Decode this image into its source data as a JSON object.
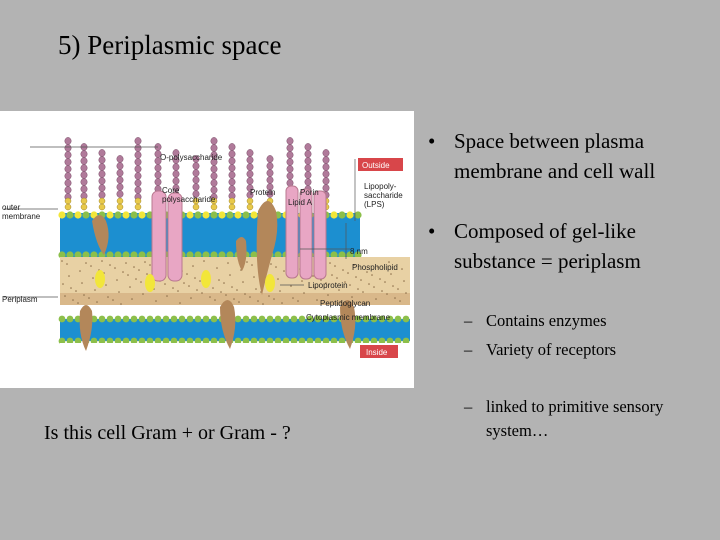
{
  "slide": {
    "title": "5) Periplasmic space",
    "question": "Is this cell Gram + or Gram - ?",
    "bullets": [
      {
        "text": "Space between plasma membrane and cell wall"
      },
      {
        "text": "Composed of gel-like substance = periplasm"
      }
    ],
    "sub_bullets": [
      {
        "text": "Contains enzymes"
      },
      {
        "text": "Variety of receptors"
      },
      {
        "text": "linked to primitive sensory system…"
      }
    ],
    "bullet_symbol": "•",
    "dash_symbol": "–"
  },
  "figure": {
    "labels": {
      "o_polysaccharide": "O-polysaccharide",
      "outside": "Outside",
      "core_polysaccharide_1": "Core",
      "core_polysaccharide_2": "polysaccharide",
      "protein": "Protein",
      "porin": "Porin",
      "lipid_a": "Lipid A",
      "lps_1": "Lipopoly-",
      "lps_2": "saccharide",
      "lps_3": "(LPS)",
      "outer_membrane_1": "outer",
      "outer_membrane_2": "membrane",
      "thickness": "8 nm",
      "phospholipid": "Phospholipid",
      "lipoprotein": "Lipoprotein",
      "periplasm": "Periplasm",
      "peptidoglycan": "Peptidoglycan",
      "cytoplasmic_membrane": "Cytoplasmic membrane",
      "inside": "Inside"
    },
    "colors": {
      "background": "#ffffff",
      "slide_background": "#b3b3b3",
      "lps_chain": "#b07a9a",
      "core_sugar": "#e8c94a",
      "membrane_blue": "#1c8fd0",
      "head_yellow": "#f2e63a",
      "head_green": "#8cbf4a",
      "porin_pink": "#e8a6c4",
      "protein_brown": "#b3875a",
      "periplasm_tan": "#e8d1a4",
      "peptidoglycan": "#d9b88a",
      "tag_red": "#d8464a"
    }
  }
}
